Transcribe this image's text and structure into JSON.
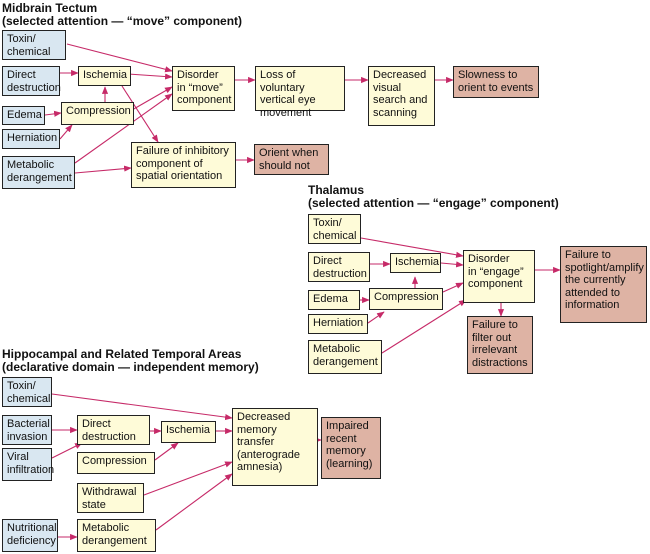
{
  "colors": {
    "arrow": "#c62a68",
    "source": "#d9e7f1",
    "intermediate": "#fefbd8",
    "outcome": "#deb3a4"
  },
  "sections": {
    "midbrain": {
      "title": "Midbrain Tectum",
      "subtitle": "(selected attention — “move” component)",
      "toxin": "Toxin/\nchemical",
      "direct": "Direct\ndestruction",
      "ischemia": "Ischemia",
      "edema": "Edema",
      "compression": "Compression",
      "herniation": "Herniation",
      "metabolic": "Metabolic\nderangement",
      "disorder": "Disorder\nin “move”\ncomponent",
      "loss": "Loss of voluntary\nvertical eye\nmovement",
      "decreased": "Decreased\nvisual\nsearch and\nscanning",
      "slowness": "Slowness to\norient to events",
      "failure": "Failure of inhibitory\ncomponent of\nspatial orientation",
      "orient": "Orient when\nshould not"
    },
    "thalamus": {
      "title": "Thalamus",
      "subtitle": "(selected attention — “engage” component)",
      "toxin": "Toxin/\nchemical",
      "direct": "Direct\ndestruction",
      "ischemia": "Ischemia",
      "edema": "Edema",
      "compression": "Compression",
      "herniation": "Herniation",
      "metabolic": "Metabolic\nderangement",
      "disorder": "Disorder\nin “engage”\ncomponent",
      "spotlight": "Failure to\nspotlight/amplify\nthe currently\nattended to\ninformation",
      "filter": "Failure to\nfilter out\nirrelevant\ndistractions"
    },
    "hippocampal": {
      "title": "Hippocampal and Related Temporal Areas",
      "subtitle": "(declarative domain — independent memory)",
      "toxin": "Toxin/\nchemical",
      "bacterial": "Bacterial\ninvasion",
      "viral": "Viral\ninfiltration",
      "direct": "Direct\ndestruction",
      "compression": "Compression",
      "ischemia": "Ischemia",
      "withdrawal": "Withdrawal\nstate",
      "nutritional": "Nutritional\ndeficiency",
      "metabolic": "Metabolic\nderangement",
      "decreased": "Decreased\nmemory\ntransfer\n(anterograde\namnesia)",
      "impaired": "Impaired\nrecent\nmemory\n(learning)"
    }
  }
}
